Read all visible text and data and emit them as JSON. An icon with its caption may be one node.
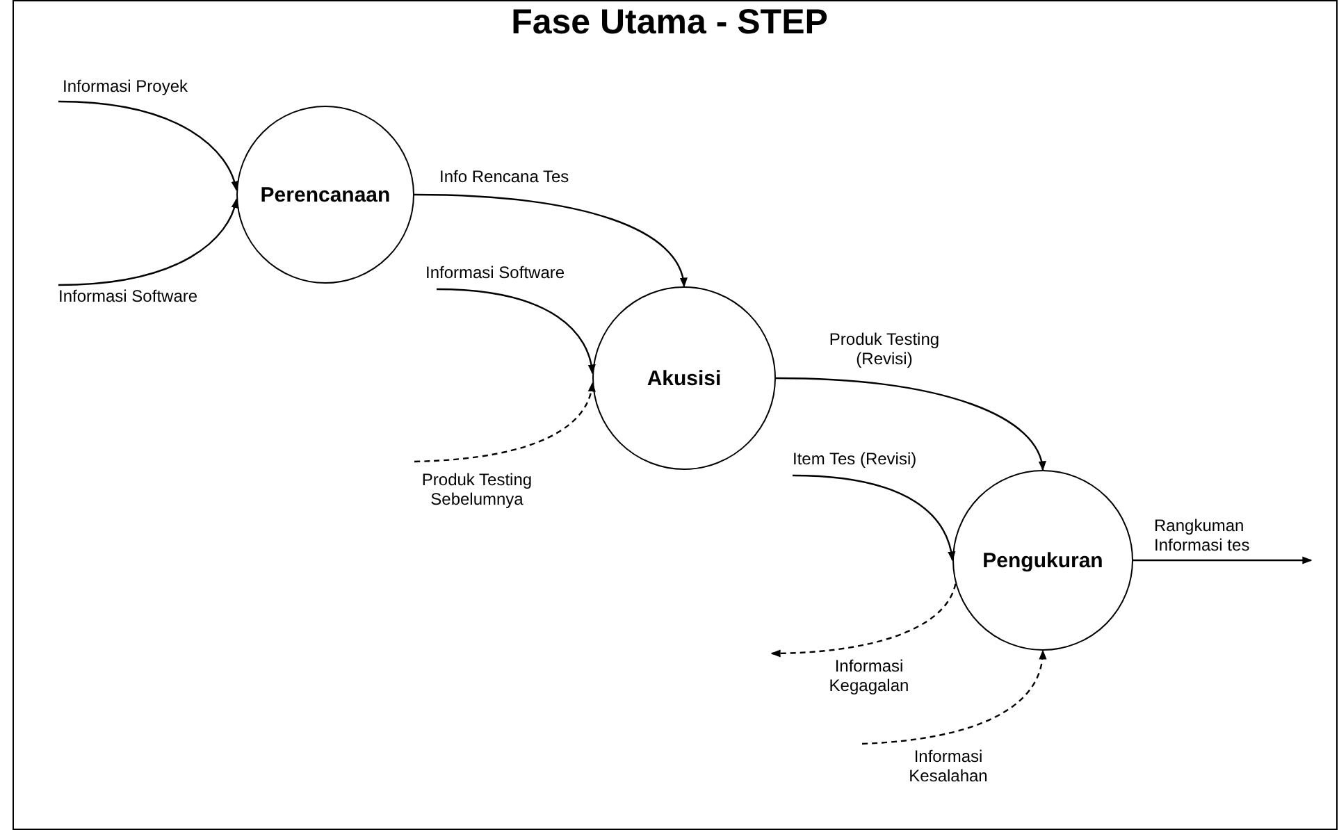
{
  "diagram": {
    "title": "Fase Utama - STEP",
    "nodes": [
      {
        "text": [
          "Perencanaan"
        ]
      },
      {
        "text": [
          "Akusisi"
        ]
      },
      {
        "text": [
          "Pengukuran"
        ]
      }
    ],
    "edges": [
      {
        "from": null,
        "to": 0,
        "arrow": "to",
        "label": "Informasi Proyek"
      },
      {
        "from": null,
        "to": 0,
        "arrow": "to",
        "label": "Informasi Software"
      },
      {
        "from": 0,
        "to": 1,
        "arrow": "to",
        "label": "Info Rencana Tes"
      },
      {
        "from": null,
        "to": 1,
        "arrow": "to",
        "label": "Informasi Software"
      },
      {
        "from": null,
        "to": 1,
        "arrow": "to",
        "label": "Produk Testing Sebelumnya",
        "style": "dashed"
      },
      {
        "from": 1,
        "to": 2,
        "arrow": "to",
        "label": "Produk Testing (Revisi)"
      },
      {
        "from": null,
        "to": 2,
        "arrow": "to",
        "label": "Item Tes (Revisi)"
      },
      {
        "from": 2,
        "to": null,
        "arrow": "to",
        "label": "Informasi Kegagalan",
        "style": "dashed"
      },
      {
        "from": null,
        "to": 2,
        "arrow": "to",
        "label": "Informasi Kesalahan",
        "style": "dashed"
      },
      {
        "from": 2,
        "to": null,
        "arrow": "to",
        "label": "Rangkuman Informasi tes"
      }
    ]
  }
}
